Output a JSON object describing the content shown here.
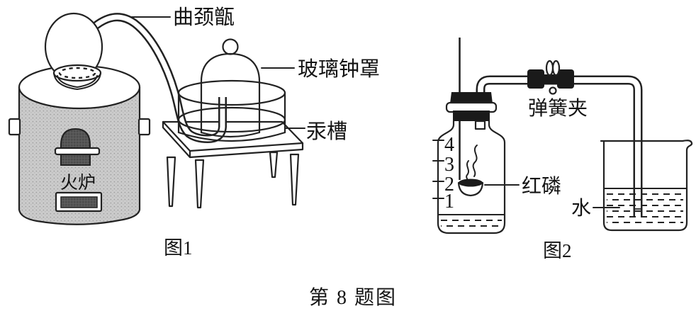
{
  "page": {
    "caption": "第 8 题图",
    "colors": {
      "ink": "#222222",
      "furnace_fill": "#cbcbcb",
      "door_fill": "#565656",
      "paper": "#ffffff"
    }
  },
  "figure1": {
    "caption": "图1",
    "labels": {
      "retort": "曲颈甑",
      "bell_jar": "玻璃钟罩",
      "mercury_trough": "汞槽",
      "furnace": "火炉"
    }
  },
  "figure2": {
    "caption": "图2",
    "labels": {
      "spring_clamp": "弹簧夹",
      "red_phosphorus": "红磷",
      "water": "水"
    },
    "scale_marks": [
      "4",
      "3",
      "2",
      "1"
    ]
  }
}
